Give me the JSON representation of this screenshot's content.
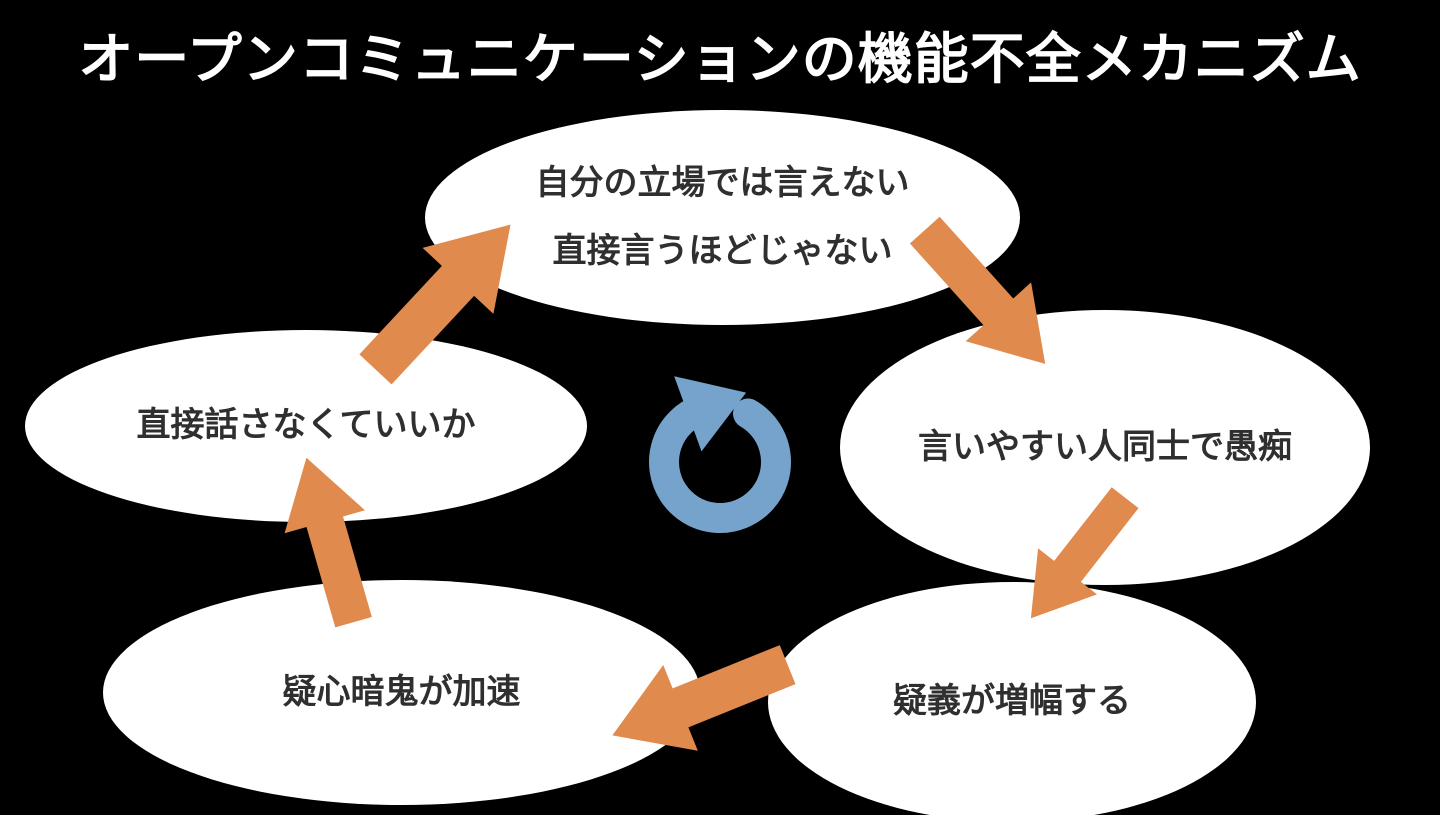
{
  "title": "オープンコミュニケーションの機能不全メカニズム",
  "colors": {
    "background": "#000000",
    "ellipse_fill": "#ffffff",
    "node_text": "#2f2f2f",
    "title_text": "#ffffff",
    "arrow_orange": "#e08a4d",
    "cycle_icon_blue": "#76a3cb"
  },
  "nodes": {
    "top": {
      "line1": "自分の立場では言えない",
      "line2": "直接言うほどじゃない"
    },
    "right": {
      "label": "言いやすい人同士で愚痴"
    },
    "bottom_right": {
      "label": "疑義が増幅する"
    },
    "bottom_left": {
      "label": "疑心暗鬼が加速"
    },
    "left": {
      "label": "直接話さなくていいか"
    }
  },
  "arrows": [
    {
      "name": "arrow-left-to-top",
      "from": "left",
      "to": "top"
    },
    {
      "name": "arrow-top-to-right",
      "from": "top",
      "to": "right"
    },
    {
      "name": "arrow-right-to-bottom-right",
      "from": "right",
      "to": "bottom_right"
    },
    {
      "name": "arrow-bottom-right-to-bottom-left",
      "from": "bottom_right",
      "to": "bottom_left"
    },
    {
      "name": "arrow-bottom-left-to-left",
      "from": "bottom_left",
      "to": "left"
    }
  ],
  "center_icon": "cycle-arrow-icon"
}
